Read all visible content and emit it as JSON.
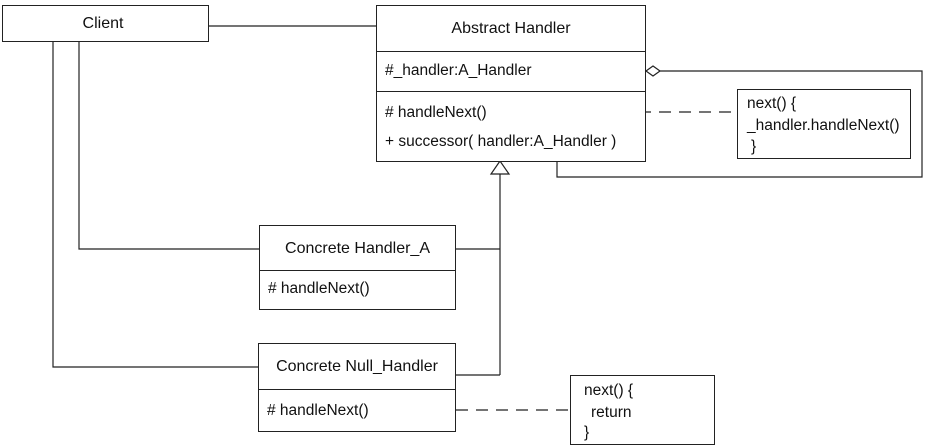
{
  "client": {
    "name": "Client"
  },
  "abstract_handler": {
    "name": "Abstract Handler",
    "attribute": "#_handler:A_Handler",
    "methods": [
      "# handleNext()",
      "+ successor( handler:A_Handler )"
    ]
  },
  "concrete_handler_a": {
    "name": "Concrete Handler_A",
    "method": "# handleNext()"
  },
  "concrete_null_handler": {
    "name": "Concrete Null_Handler",
    "method": "# handleNext()"
  },
  "note_abstract": {
    "lines": [
      "next() {",
      "_handler.handleNext()",
      "}"
    ]
  },
  "note_null": {
    "lines": [
      "next() {",
      "return",
      "}"
    ]
  }
}
